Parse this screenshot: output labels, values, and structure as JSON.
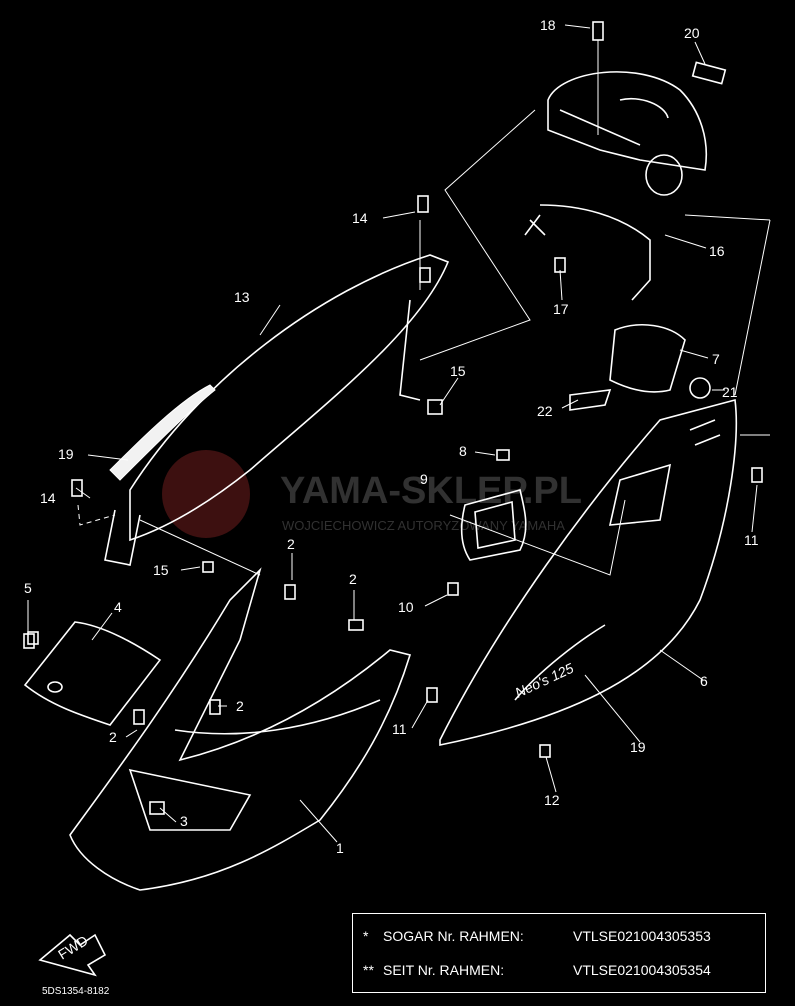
{
  "parts": [
    {
      "id": "part-1",
      "label": "1"
    },
    {
      "id": "part-2a",
      "label": "2"
    },
    {
      "id": "part-2b",
      "label": "2"
    },
    {
      "id": "part-2c",
      "label": "2"
    },
    {
      "id": "part-2d",
      "label": "2"
    },
    {
      "id": "part-3",
      "label": "3"
    },
    {
      "id": "part-4",
      "label": "4"
    },
    {
      "id": "part-5",
      "label": "5"
    },
    {
      "id": "part-6",
      "label": "6"
    },
    {
      "id": "part-7",
      "label": "7"
    },
    {
      "id": "part-8",
      "label": "8"
    },
    {
      "id": "part-9",
      "label": "9"
    },
    {
      "id": "part-10",
      "label": "10"
    },
    {
      "id": "part-11a",
      "label": "11"
    },
    {
      "id": "part-11b",
      "label": "11"
    },
    {
      "id": "part-12",
      "label": "12"
    },
    {
      "id": "part-13",
      "label": "13"
    },
    {
      "id": "part-14a",
      "label": "14"
    },
    {
      "id": "part-14b",
      "label": "14"
    },
    {
      "id": "part-15a",
      "label": "15"
    },
    {
      "id": "part-15b",
      "label": "15"
    },
    {
      "id": "part-16",
      "label": "16"
    },
    {
      "id": "part-17",
      "label": "17"
    },
    {
      "id": "part-18",
      "label": "18"
    },
    {
      "id": "part-19a",
      "label": "19"
    },
    {
      "id": "part-19b",
      "label": "19"
    },
    {
      "id": "part-20",
      "label": "20"
    },
    {
      "id": "part-21",
      "label": "21"
    },
    {
      "id": "part-22",
      "label": "22"
    }
  ],
  "watermark": {
    "title": "YAMA-SKLEP.PL",
    "subtitle": "WOJCIECHOWICZ AUTORYZOWANY YAMAHA"
  },
  "frame_numbers": [
    {
      "mark": "*",
      "label": "SOGAR Nr. RAHMEN:",
      "value": "VTLSE021004305353"
    },
    {
      "mark": "**",
      "label": "SEIT Nr. RAHMEN:",
      "value": "VTLSE021004305354"
    }
  ],
  "diagram_code": "5DS1354-8182",
  "fwd_label": "FWD",
  "side_cover_lettering": "Neo's 125",
  "colors": {
    "background": "#000000",
    "line": "#ffffff",
    "watermark": "#5a5a5a"
  }
}
